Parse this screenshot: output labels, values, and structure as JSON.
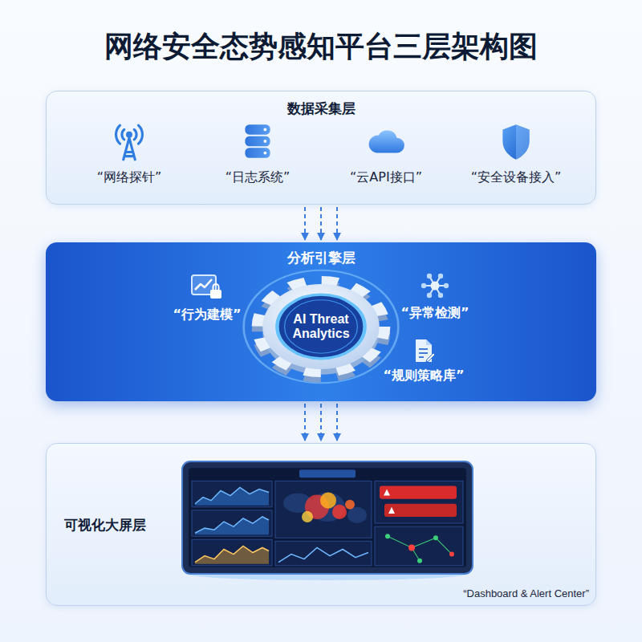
{
  "diagram": {
    "title": "网络安全态势感知平台三层架构图",
    "nodes": [
      {
        "text": [
          "数据采集层"
        ]
      },
      {
        "text": [
          "“网络探针”"
        ],
        "in": 0
      },
      {
        "text": [
          "“日志系统”"
        ],
        "in": 0
      },
      {
        "text": [
          "“云API接口”"
        ],
        "in": 0
      },
      {
        "text": [
          "“安全设备接入”"
        ],
        "in": 0
      },
      {
        "text": [
          "分析引擎层"
        ]
      },
      {
        "text": [
          "“行为建模”"
        ],
        "in": 5
      },
      {
        "text": [
          "AI Threat Analytics"
        ],
        "in": 5
      },
      {
        "text": [
          "“异常检测”"
        ],
        "in": 5
      },
      {
        "text": [
          "“规则策略库”"
        ],
        "in": 5
      },
      {
        "text": [
          "可视化大屏层",
          "“Dashboard & Alert Center”"
        ]
      }
    ],
    "edges": [
      {
        "from": 0,
        "to": 5,
        "arrow": "to"
      },
      {
        "from": 0,
        "to": 5,
        "arrow": "to"
      },
      {
        "from": 0,
        "to": 5,
        "arrow": "to"
      },
      {
        "from": 5,
        "to": 10,
        "arrow": "to"
      },
      {
        "from": 5,
        "to": 10,
        "arrow": "to"
      },
      {
        "from": 5,
        "to": 10,
        "arrow": "to"
      }
    ]
  }
}
